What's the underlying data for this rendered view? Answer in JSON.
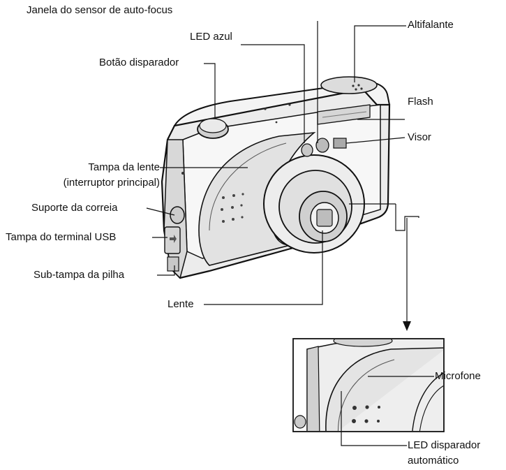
{
  "labels": {
    "autofocus_window": "Janela do sensor de auto-focus",
    "blue_led": "LED azul",
    "shutter_button": "Botão disparador",
    "speaker": "Altifalante",
    "flash": "Flash",
    "viewfinder": "Visor",
    "lens_cover_line1": "Tampa da lente",
    "lens_cover_line2": "(interruptor principal)",
    "strap_holder": "Suporte da correia",
    "usb_cover": "Tampa do terminal USB",
    "battery_subcover": "Sub-tampa da pilha",
    "lens": "Lente",
    "microphone": "Microfone",
    "self_timer_line1": "LED disparador",
    "self_timer_line2": "automático"
  }
}
